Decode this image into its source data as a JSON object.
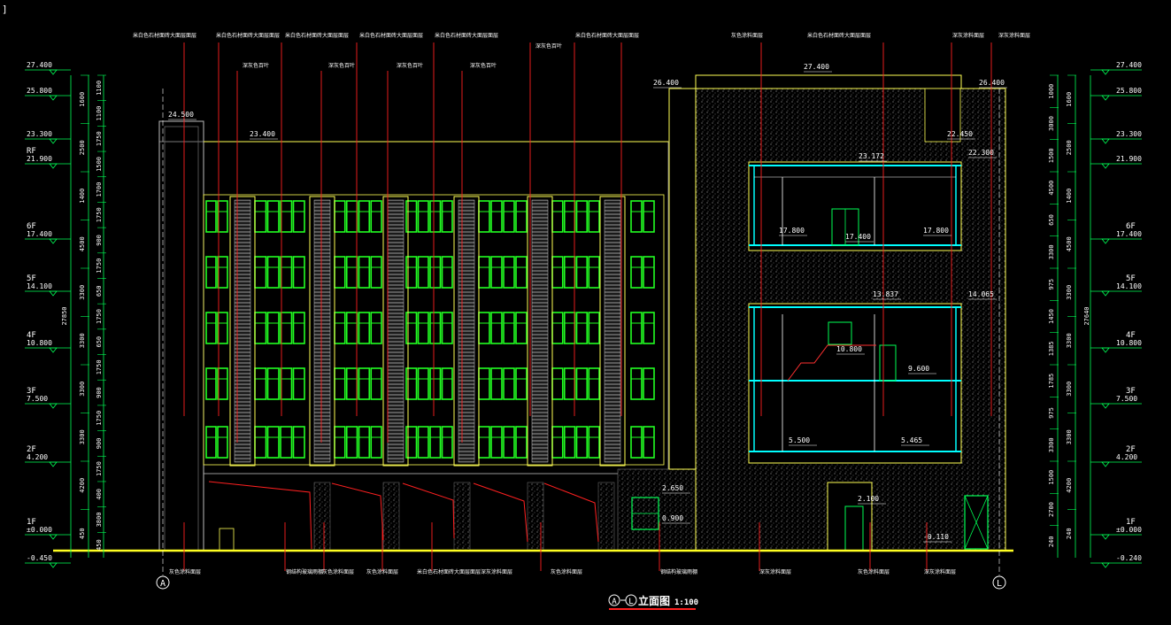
{
  "corner_mark": "]",
  "drawing_title": {
    "axis_a": "A",
    "axis_l": "L",
    "title": "立面图",
    "scale": "1:100"
  },
  "axis_bubbles": {
    "left": "A",
    "right": "L"
  },
  "levels_left": [
    {
      "floor": "",
      "value": "27.400"
    },
    {
      "floor": "",
      "value": "25.800"
    },
    {
      "floor": "",
      "value": "23.300"
    },
    {
      "floor": "RF",
      "value": "21.900"
    },
    {
      "floor": "6F",
      "value": "17.400"
    },
    {
      "floor": "5F",
      "value": "14.100"
    },
    {
      "floor": "4F",
      "value": "10.800"
    },
    {
      "floor": "3F",
      "value": "7.500"
    },
    {
      "floor": "2F",
      "value": "4.200"
    },
    {
      "floor": "1F",
      "value": "±0.000"
    },
    {
      "floor": "",
      "value": "-0.450"
    }
  ],
  "levels_right": [
    {
      "floor": "",
      "value": "27.400"
    },
    {
      "floor": "",
      "value": "25.800"
    },
    {
      "floor": "",
      "value": "23.300"
    },
    {
      "floor": "",
      "value": "21.900"
    },
    {
      "floor": "6F",
      "value": "17.400"
    },
    {
      "floor": "5F",
      "value": "14.100"
    },
    {
      "floor": "4F",
      "value": "10.800"
    },
    {
      "floor": "3F",
      "value": "7.500"
    },
    {
      "floor": "2F",
      "value": "4.200"
    },
    {
      "floor": "1F",
      "value": "±0.000"
    },
    {
      "floor": "",
      "value": "-0.240"
    }
  ],
  "dims_left_outer": [
    "1600",
    "2500",
    "1400",
    "4500",
    "3300",
    "3300",
    "3300",
    "3300",
    "4200",
    "450"
  ],
  "dims_left_inner": [
    "1100",
    "1100",
    "1750",
    "1500",
    "1700",
    "1750",
    "900",
    "1750",
    "650",
    "1750",
    "650",
    "1750",
    "900",
    "1750",
    "900",
    "1750",
    "400",
    "3800",
    "450"
  ],
  "dim_left_total": "27850",
  "dims_right_inner": [
    "1000",
    "3000",
    "1500",
    "4500",
    "650",
    "3300",
    "975",
    "1450",
    "1385",
    "1785",
    "975",
    "3300",
    "1500",
    "2700",
    "240"
  ],
  "dims_right_outer": [
    "1600",
    "2500",
    "1400",
    "4500",
    "3300",
    "3300",
    "3300",
    "3300",
    "4200",
    "240"
  ],
  "dim_right_total": "27640",
  "elevations_on_building": [
    "24.500",
    "23.400",
    "26.400",
    "27.400",
    "26.400",
    "23.172",
    "22.300",
    "22.450",
    "17.800",
    "17.400",
    "17.800",
    "13.837",
    "14.065",
    "10.800",
    "9.600",
    "5.500",
    "5.465",
    "2.650",
    "0.900",
    "2.100",
    "-0.110"
  ],
  "top_annotations": [
    "米白色石材面砖大面层面层",
    "米白色石材面砖大面层面层",
    "米白色石材面砖大面层面层",
    "米白色石材面砖大面层面层",
    "米白色石材面砖大面层面层",
    "深灰色百叶",
    "米白色石材面砖大面层面层",
    "灰色涂料面层",
    "米白色石材面砖大面层面层",
    "深灰涂料面层",
    "深灰涂料面层"
  ],
  "mid_annotations": [
    "深灰色百叶",
    "深灰色百叶",
    "深灰色百叶",
    "深灰色百叶"
  ],
  "bottom_annotations": [
    "灰色涂料面层",
    "钢结构玻璃雨棚",
    "灰色涂料面层",
    "灰色涂料面层",
    "米白色石材面砖大面层面层",
    "深灰涂料面层",
    "灰色涂料面层",
    "钢结构玻璃雨棚",
    "深灰涂料面层",
    "灰色涂料面层",
    "深灰涂料面层"
  ]
}
